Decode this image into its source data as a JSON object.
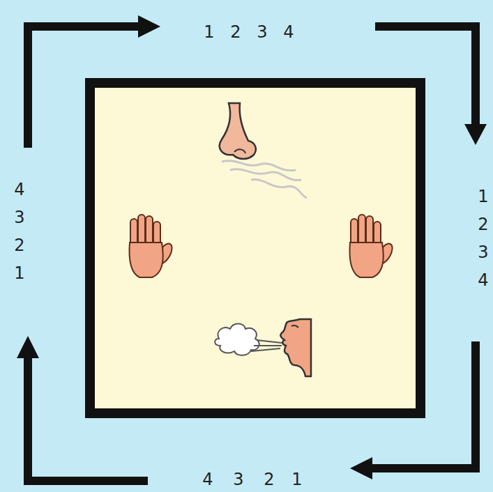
{
  "diagram": {
    "labels": [
      "1",
      "2",
      "3",
      "4",
      "1",
      "2",
      "3",
      "4",
      "4",
      "3",
      "2",
      "1",
      "4",
      "3",
      "2",
      "1"
    ]
  }
}
